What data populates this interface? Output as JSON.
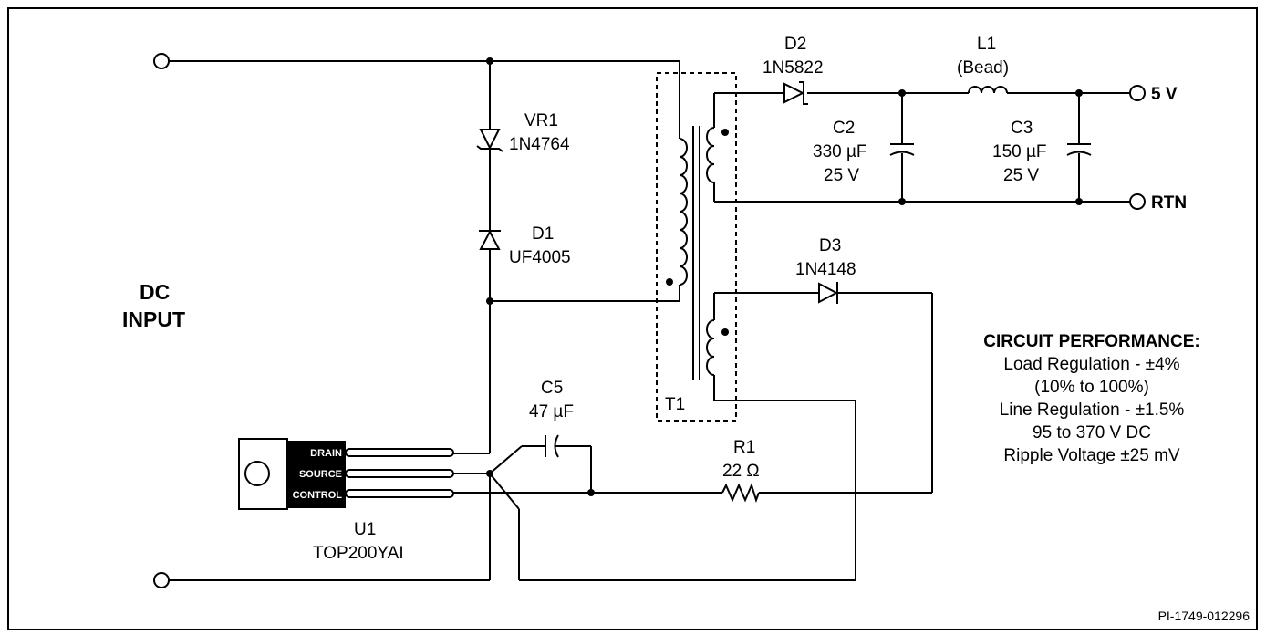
{
  "dc_input": [
    "DC",
    "INPUT"
  ],
  "outputs": {
    "v5": "5 V",
    "rtn": "RTN"
  },
  "components": {
    "vr1": {
      "ref": "VR1",
      "part": "1N4764"
    },
    "d1": {
      "ref": "D1",
      "part": "UF4005"
    },
    "d2": {
      "ref": "D2",
      "part": "1N5822"
    },
    "l1": {
      "ref": "L1",
      "part": "(Bead)"
    },
    "c2": {
      "ref": "C2",
      "value": "330 µF",
      "voltage": "25 V"
    },
    "c3": {
      "ref": "C3",
      "value": "150 µF",
      "voltage": "25 V"
    },
    "d3": {
      "ref": "D3",
      "part": "1N4148"
    },
    "t1": {
      "ref": "T1"
    },
    "c5": {
      "ref": "C5",
      "value": "47 µF"
    },
    "r1": {
      "ref": "R1",
      "value": "22 Ω"
    },
    "u1": {
      "ref": "U1",
      "part": "TOP200YAI",
      "pins": [
        "DRAIN",
        "SOURCE",
        "CONTROL"
      ]
    }
  },
  "performance": {
    "title": "CIRCUIT PERFORMANCE:",
    "lines": [
      "Load Regulation - ±4%",
      "(10% to 100%)",
      "Line Regulation - ±1.5%",
      "95 to 370 V DC",
      "Ripple Voltage ±25 mV"
    ]
  },
  "figure_id": "PI-1749-012296"
}
